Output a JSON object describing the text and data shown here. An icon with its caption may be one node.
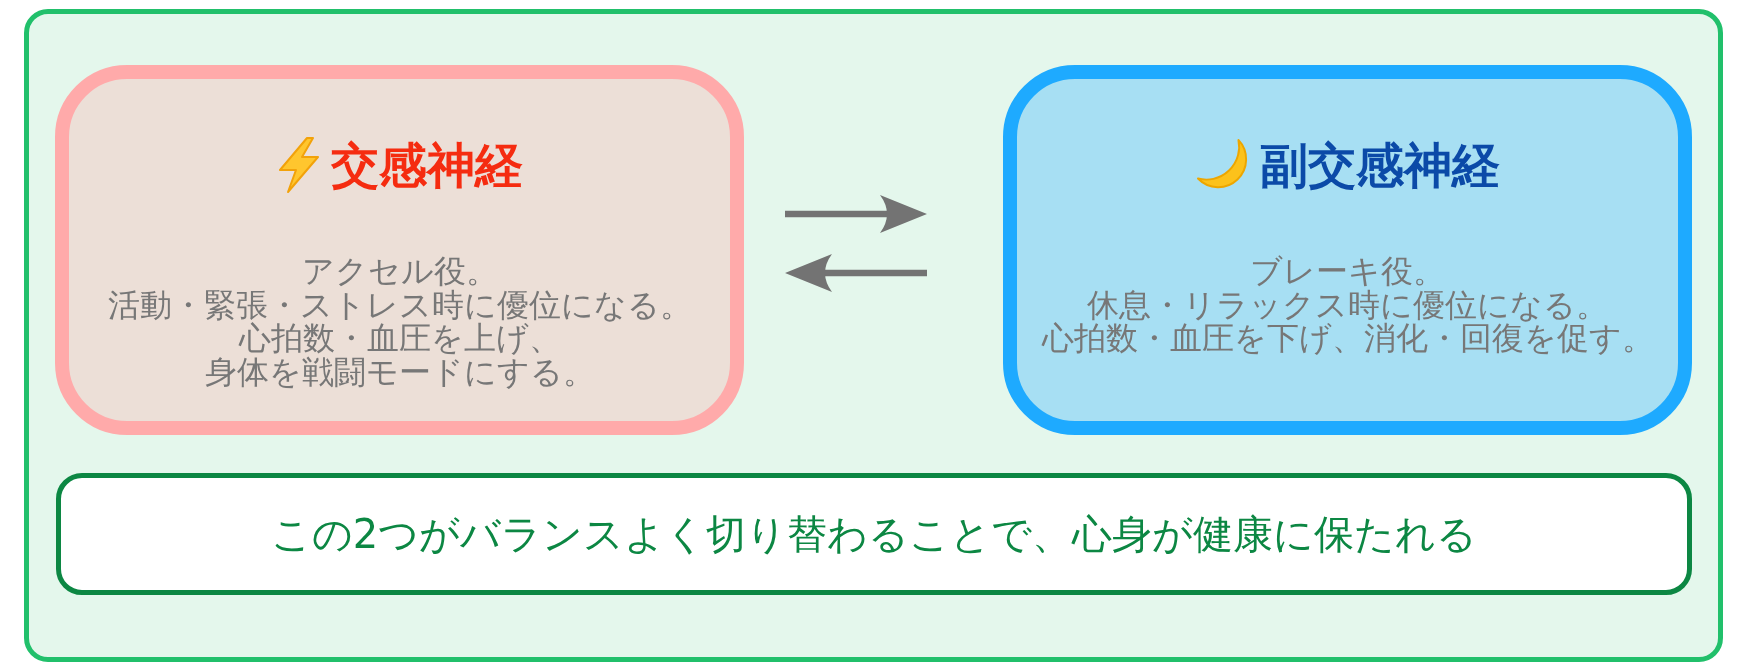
{
  "diagram": {
    "nodes": [
      {
        "text": [],
        "shape": "box"
      },
      {
        "text": [
          "交感神経",
          "アクセル役。",
          "活動・緊張・ストレス時に優位になる。",
          "心拍数・血圧を上げ、",
          "身体を戦闘モードにする。"
        ],
        "in": 0
      },
      {
        "text": [
          "副交感神経",
          "ブレーキ役。",
          "休息・リラックス時に優位になる。",
          "心拍数・血圧を下げ、消化・回復を促す。"
        ],
        "in": 0
      },
      {
        "text": [
          "この2つがバランスよく切り替わることで、心身が健康に保たれる"
        ],
        "in": 0
      }
    ],
    "edges": [
      {
        "from": 1,
        "to": 2,
        "arrow": "to"
      },
      {
        "from": 2,
        "to": 1,
        "arrow": "to"
      }
    ]
  }
}
